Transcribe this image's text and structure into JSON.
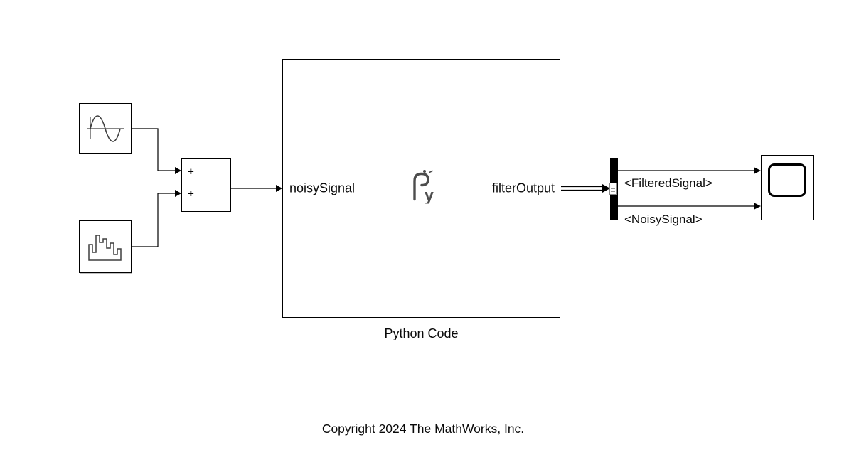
{
  "blocks": {
    "sum": {
      "plus_top": "+",
      "plus_bottom": "+"
    },
    "python": {
      "input_port_label": "noisySignal",
      "output_port_label": "filterOutput",
      "caption": "Python Code"
    }
  },
  "signals": {
    "filtered_label": "<FilteredSignal>",
    "noisy_label": "<NoisySignal>"
  },
  "annotation": {
    "copyright": "Copyright 2024 The MathWorks, Inc."
  },
  "icons": {
    "sine": "sine-wave-icon",
    "noise": "noise-signal-icon",
    "python": "python-icon",
    "bus": "bus-selector-icon",
    "scope": "scope-icon"
  },
  "colors": {
    "wire": "#000000",
    "block_fill": "#ffffff",
    "block_border": "#000000",
    "icon_gray": "#4d4d4d",
    "background": "#ffffff"
  }
}
